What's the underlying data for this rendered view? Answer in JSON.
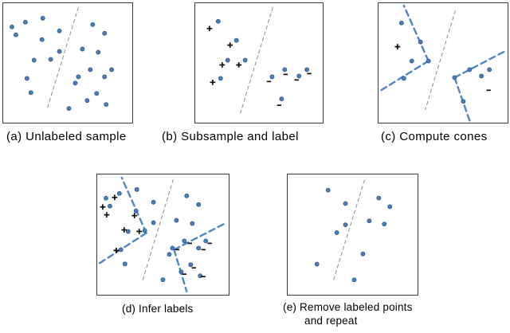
{
  "figure": {
    "colors": {
      "dot_fill": "#4a7ebc",
      "dot_stroke": "#2e5d94",
      "cone_stroke": "#4d86c6",
      "divider_stroke": "#8c8c8c",
      "mark_stroke": "#0d0d0d",
      "panel_border": "#3a3a3a",
      "caption_text": "#000000"
    }
  },
  "panels": [
    {
      "id": "a",
      "caption": "(a) Unlabeled sample",
      "divider": [
        95,
        5,
        55,
        135
      ],
      "dots": [
        [
          11,
          30
        ],
        [
          28,
          24
        ],
        [
          50,
          19
        ],
        [
          16,
          40
        ],
        [
          49,
          46
        ],
        [
          71,
          35
        ],
        [
          39,
          72
        ],
        [
          60,
          71
        ],
        [
          71,
          61
        ],
        [
          30,
          95
        ],
        [
          35,
          113
        ],
        [
          83,
          133
        ],
        [
          113,
          27
        ],
        [
          128,
          38
        ],
        [
          100,
          58
        ],
        [
          120,
          62
        ],
        [
          110,
          84
        ],
        [
          137,
          84
        ],
        [
          95,
          93
        ],
        [
          128,
          93
        ],
        [
          91,
          101
        ],
        [
          118,
          114
        ],
        [
          106,
          123
        ],
        [
          130,
          128
        ]
      ],
      "marks": [],
      "cones": []
    },
    {
      "id": "b",
      "caption": "(b) Subsample and label",
      "divider": [
        98,
        5,
        57,
        139
      ],
      "dots": [
        [
          29,
          23
        ],
        [
          52,
          47
        ],
        [
          41,
          72
        ],
        [
          63,
          72
        ],
        [
          32,
          95
        ],
        [
          97,
          93
        ],
        [
          113,
          84
        ],
        [
          131,
          92
        ],
        [
          141,
          84
        ],
        [
          109,
          121
        ]
      ],
      "marks": [
        [
          "+",
          18,
          32
        ],
        [
          "+",
          44,
          53
        ],
        [
          "+",
          34,
          78
        ],
        [
          "+",
          55,
          78
        ],
        [
          "+",
          22,
          100
        ],
        [
          "-",
          93,
          99
        ],
        [
          "-",
          114,
          90
        ],
        [
          "-",
          128,
          97
        ],
        [
          "-",
          144,
          89
        ],
        [
          "-",
          106,
          129
        ]
      ],
      "cones": []
    },
    {
      "id": "c",
      "caption": "(c) Compute cones",
      "divider": [
        97,
        9,
        59,
        135
      ],
      "dots": [
        [
          29,
          25
        ],
        [
          53,
          49
        ],
        [
          42,
          73
        ],
        [
          63,
          73
        ],
        [
          32,
          95
        ],
        [
          96,
          94
        ],
        [
          115,
          84
        ],
        [
          130,
          92
        ],
        [
          140,
          84
        ],
        [
          107,
          124
        ]
      ],
      "marks": [
        [
          "+",
          24,
          55
        ],
        [
          "-",
          139,
          110
        ]
      ],
      "cones": [
        {
          "vertex": [
            63,
            73
          ],
          "ends": [
            [
              32,
              3
            ],
            [
              0,
              112
            ]
          ]
        },
        {
          "vertex": [
            96,
            94
          ],
          "ends": [
            [
              161,
              60
            ],
            [
              116,
              151
            ]
          ]
        }
      ]
    },
    {
      "id": "d",
      "caption": "(d) Infer labels",
      "divider": [
        96,
        6,
        57,
        135
      ],
      "dots": [
        [
          11,
          30
        ],
        [
          28,
          24
        ],
        [
          50,
          19
        ],
        [
          16,
          40
        ],
        [
          49,
          46
        ],
        [
          71,
          35
        ],
        [
          39,
          72
        ],
        [
          60,
          71
        ],
        [
          71,
          61
        ],
        [
          30,
          95
        ],
        [
          35,
          113
        ],
        [
          83,
          133
        ],
        [
          113,
          27
        ],
        [
          128,
          38
        ],
        [
          100,
          58
        ],
        [
          120,
          62
        ],
        [
          110,
          84
        ],
        [
          137,
          84
        ],
        [
          95,
          93
        ],
        [
          128,
          93
        ],
        [
          91,
          101
        ],
        [
          118,
          114
        ],
        [
          106,
          123
        ],
        [
          130,
          128
        ]
      ],
      "marks": [
        [
          "+",
          22,
          29
        ],
        [
          "+",
          7,
          41
        ],
        [
          "+",
          12,
          51
        ],
        [
          "+",
          47,
          52
        ],
        [
          "+",
          34,
          70
        ],
        [
          "+",
          53,
          72
        ],
        [
          "+",
          24,
          96
        ],
        [
          "-",
          117,
          87
        ],
        [
          "-",
          142,
          87
        ],
        [
          "-",
          134,
          95
        ],
        [
          "-",
          101,
          95
        ],
        [
          "-",
          122,
          118
        ],
        [
          "-",
          110,
          126
        ],
        [
          "-",
          134,
          129
        ]
      ],
      "cones": [
        {
          "vertex": [
            62,
            74
          ],
          "ends": [
            [
              31,
              4
            ],
            [
              0,
              114
            ]
          ]
        },
        {
          "vertex": [
            97,
            95
          ],
          "ends": [
            [
              163,
              61
            ],
            [
              113,
              148
            ]
          ]
        }
      ]
    },
    {
      "id": "e",
      "caption": "(e) Remove labeled points",
      "caption_line2": "and repeat",
      "divider": [
        97,
        7,
        57,
        137
      ],
      "dots": [
        [
          51,
          20
        ],
        [
          73,
          37
        ],
        [
          115,
          30
        ],
        [
          129,
          41
        ],
        [
          73,
          64
        ],
        [
          103,
          59
        ],
        [
          122,
          63
        ],
        [
          62,
          74
        ],
        [
          95,
          101
        ],
        [
          37,
          114
        ],
        [
          84,
          134
        ]
      ],
      "marks": [],
      "cones": []
    }
  ]
}
